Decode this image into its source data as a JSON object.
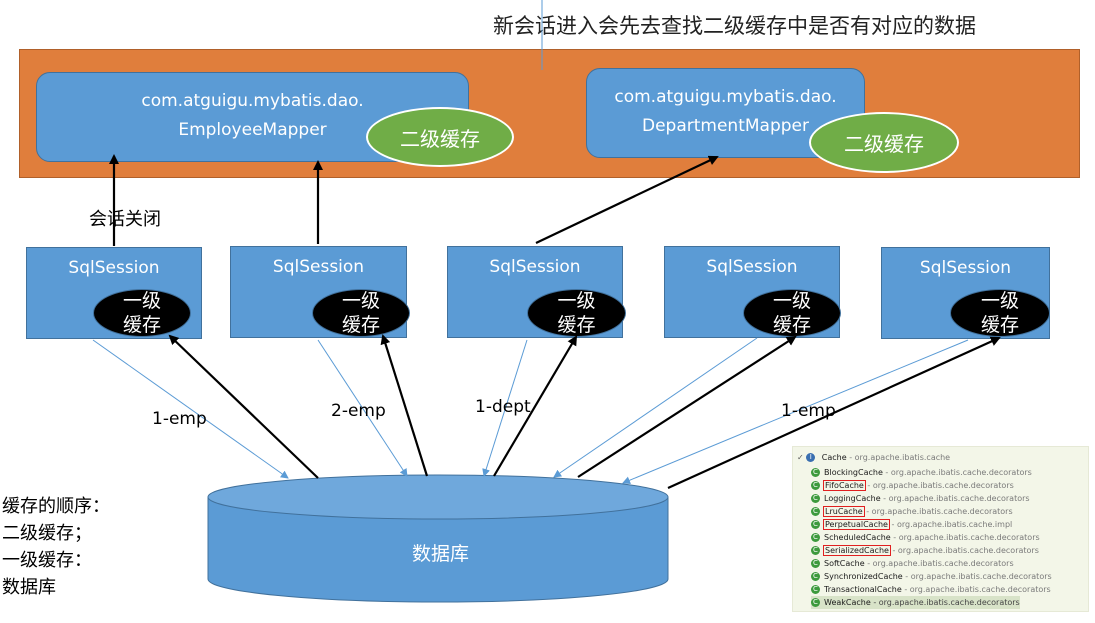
{
  "top_note": "新会话进入会先去查找二级缓存中是否有对应的数据",
  "mappers": [
    {
      "line1": "com.atguigu.mybatis.dao.",
      "line2": "EmployeeMapper",
      "cache_label": "二级缓存"
    },
    {
      "line1": "com.atguigu.mybatis.dao.",
      "line2": "DepartmentMapper",
      "cache_label": "二级缓存"
    }
  ],
  "session_close_label": "会话关闭",
  "sessions": [
    {
      "label": "SqlSession",
      "cache_line1": "一级",
      "cache_line2": "缓存"
    },
    {
      "label": "SqlSession",
      "cache_line1": "一级",
      "cache_line2": "缓存"
    },
    {
      "label": "SqlSession",
      "cache_line1": "一级",
      "cache_line2": "缓存"
    },
    {
      "label": "SqlSession",
      "cache_line1": "一级",
      "cache_line2": "缓存"
    },
    {
      "label": "SqlSession",
      "cache_line1": "一级",
      "cache_line2": "缓存"
    }
  ],
  "edge_labels": [
    "1-emp",
    "2-emp",
    "1-dept",
    "1-emp"
  ],
  "database_label": "数据库",
  "order_note": [
    "缓存的顺序：",
    "二级缓存；",
    "一级缓存：",
    "数据库"
  ],
  "colors": {
    "orange": "#E07E3C",
    "blue": "#5B9BD5",
    "green": "#70AD47",
    "black": "#000000"
  },
  "cache_classes": {
    "root": {
      "icon": "interface-icon",
      "name": "Cache",
      "pkg": " - org.apache.ibatis.cache"
    },
    "items": [
      {
        "name": "BlockingCache",
        "pkg": " - org.apache.ibatis.cache.decorators",
        "boxed": false
      },
      {
        "name": "FifoCache",
        "pkg": " - org.apache.ibatis.cache.decorators",
        "boxed": true
      },
      {
        "name": "LoggingCache",
        "pkg": " - org.apache.ibatis.cache.decorators",
        "boxed": false
      },
      {
        "name": "LruCache",
        "pkg": " - org.apache.ibatis.cache.decorators",
        "boxed": true
      },
      {
        "name": "PerpetualCache",
        "pkg": " - org.apache.ibatis.cache.impl",
        "boxed": true
      },
      {
        "name": "ScheduledCache",
        "pkg": " - org.apache.ibatis.cache.decorators",
        "boxed": false
      },
      {
        "name": "SerializedCache",
        "pkg": " - org.apache.ibatis.cache.decorators",
        "boxed": true
      },
      {
        "name": "SoftCache",
        "pkg": " - org.apache.ibatis.cache.decorators",
        "boxed": false
      },
      {
        "name": "SynchronizedCache",
        "pkg": " - org.apache.ibatis.cache.decorators",
        "boxed": false
      },
      {
        "name": "TransactionalCache",
        "pkg": " - org.apache.ibatis.cache.decorators",
        "boxed": false
      },
      {
        "name": "WeakCache",
        "pkg": " - org.apache.ibatis.cache.decorators",
        "boxed": false
      }
    ]
  }
}
